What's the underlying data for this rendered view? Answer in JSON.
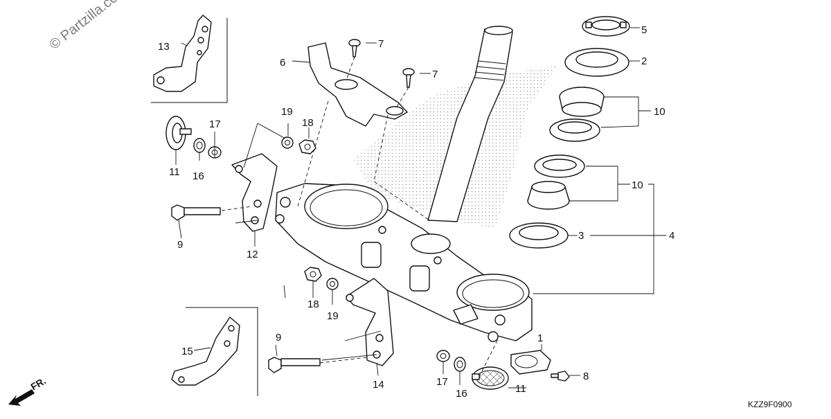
{
  "watermark": "© Partzilla.com",
  "diagram_code": "KZZ9F0900",
  "front_marker": "FR.",
  "callouts": [
    {
      "id": "c1",
      "text": "1"
    },
    {
      "id": "c2",
      "text": "2"
    },
    {
      "id": "c3",
      "text": "3"
    },
    {
      "id": "c4",
      "text": "4"
    },
    {
      "id": "c5",
      "text": "5"
    },
    {
      "id": "c6",
      "text": "6"
    },
    {
      "id": "c7a",
      "text": "7"
    },
    {
      "id": "c7b",
      "text": "7"
    },
    {
      "id": "c8",
      "text": "8"
    },
    {
      "id": "c9a",
      "text": "9"
    },
    {
      "id": "c9b",
      "text": "9"
    },
    {
      "id": "c10a",
      "text": "10"
    },
    {
      "id": "c10b",
      "text": "10"
    },
    {
      "id": "c11a",
      "text": "11"
    },
    {
      "id": "c11b",
      "text": "11"
    },
    {
      "id": "c12",
      "text": "12"
    },
    {
      "id": "c13",
      "text": "13"
    },
    {
      "id": "c14",
      "text": "14"
    },
    {
      "id": "c15",
      "text": "15"
    },
    {
      "id": "c16a",
      "text": "16"
    },
    {
      "id": "c16b",
      "text": "16"
    },
    {
      "id": "c17a",
      "text": "17"
    },
    {
      "id": "c17b",
      "text": "17"
    },
    {
      "id": "c18a",
      "text": "18"
    },
    {
      "id": "c18b",
      "text": "18"
    },
    {
      "id": "c19a",
      "text": "19"
    },
    {
      "id": "c19b",
      "text": "19"
    }
  ]
}
